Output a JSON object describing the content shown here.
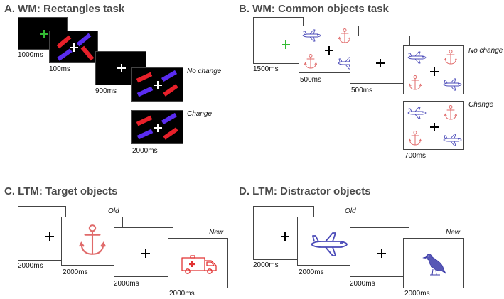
{
  "panels": {
    "a": {
      "title": "A. WM: Rectangles task",
      "durations": [
        "1000ms",
        "100ms",
        "900ms",
        "2000ms"
      ],
      "notes": [
        "No change",
        "Change"
      ]
    },
    "b": {
      "title": "B. WM: Common objects task",
      "durations": [
        "1500ms",
        "500ms",
        "500ms",
        "700ms"
      ],
      "notes": [
        "No change",
        "Change"
      ]
    },
    "c": {
      "title": "C. LTM: Target objects",
      "durations": [
        "2000ms",
        "2000ms",
        "2000ms",
        "2000ms"
      ],
      "notes": [
        "Old",
        "New"
      ]
    },
    "d": {
      "title": "D. LTM: Distractor objects",
      "durations": [
        "2000ms",
        "2000ms",
        "2000ms",
        "2000ms"
      ],
      "notes": [
        "Old",
        "New"
      ]
    }
  },
  "colors": {
    "fixation_green": "#33bb33",
    "fixation_white": "#ffffff",
    "fixation_black": "#000000",
    "rect_red": "#e8202a",
    "rect_blue": "#5a2cf0",
    "airplane": "#4a4ab8",
    "anchor": "#e06a6a",
    "ambulance": "#e23333",
    "bird": "#3a3aa8"
  },
  "icons": [
    "fixation-cross-icon",
    "airplane-icon",
    "anchor-icon",
    "ambulance-icon",
    "bird-icon"
  ]
}
